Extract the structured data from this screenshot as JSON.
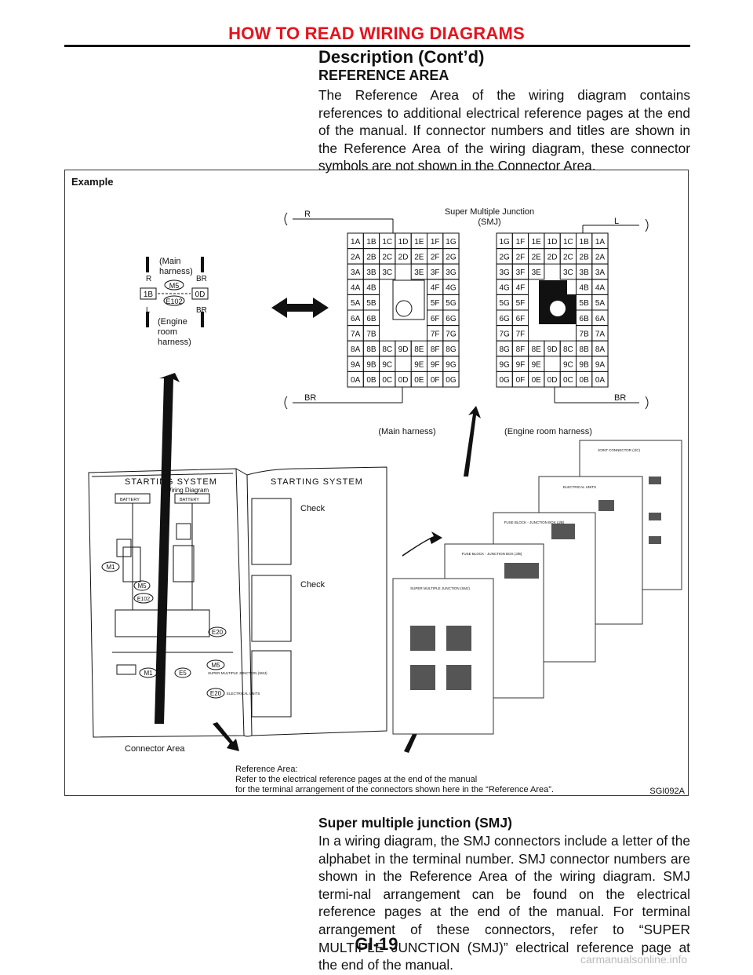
{
  "header": {
    "title": "HOW TO READ WIRING DIAGRAMS",
    "subtitle": "Description (Cont’d)"
  },
  "section1": {
    "heading": "REFERENCE AREA",
    "body": "The Reference Area of the wiring diagram contains references to additional electrical reference pages at the end of the manual. If connector numbers and titles are shown in the Reference Area of the wiring diagram, these connector symbols are not shown in the Connector Area."
  },
  "figure": {
    "example_label": "Example",
    "smj_title": "Super Multiple Junction",
    "smj_abbrev": "(SMJ)",
    "main_harness_short": "(Main",
    "main_harness_short2": "harness)",
    "engine_room_1": "(Engine",
    "engine_room_2": "room",
    "engine_room_3": "harness)",
    "conn_m5": "M5",
    "conn_e102": "E102",
    "pin_1b": "1B",
    "pin_0d": "0D",
    "wire_r": "R",
    "wire_l": "L",
    "wire_br": "BR",
    "main_harness": "(Main harness)",
    "engine_room_harness": "(Engine room harness)",
    "book_left_title": "STARTING SYSTEM",
    "book_left_sub": "Wiring Diagram",
    "book_right_title": "STARTING SYSTEM",
    "battery": "BATTERY",
    "check1": "Check",
    "check2": "Check",
    "conn_m1": "M1",
    "conn_e5": "E5",
    "conn_e20": "E20",
    "smj_ref": "SUPER MULTIPLE JUNCTION (SMJ)",
    "elec_units_ref": "ELECTRICAL UNITS",
    "page_a": "JOINT CONNECTOR (J/C)",
    "page_b": "ELECTRICAL UNITS",
    "page_c": "FUSE BLOCK - JUNCTION BOX (J/B)",
    "page_d": "FUSE BLOCK - JUNCTION BOX (J/B)",
    "page_e": "SUPER MULTIPLE JUNCTION (SMJ)",
    "connector_area": "Connector Area",
    "ref_area_1": "Reference Area:",
    "ref_area_2": "Refer to the electrical reference pages at the end of the manual",
    "ref_area_3": "for the terminal arrangement of the connectors shown here in the “Reference Area”.",
    "fig_code": "SGI092A",
    "grid_left": [
      [
        "1A",
        "1B",
        "1C",
        "1D",
        "1E",
        "1F",
        "1G"
      ],
      [
        "2A",
        "2B",
        "2C",
        "2D",
        "2E",
        "2F",
        "2G"
      ],
      [
        "3A",
        "3B",
        "3C",
        "",
        "3E",
        "3F",
        "3G"
      ],
      [
        "4A",
        "4B",
        "",
        "",
        "",
        "4F",
        "4G"
      ],
      [
        "5A",
        "5B",
        "",
        "",
        "",
        "5F",
        "5G"
      ],
      [
        "6A",
        "6B",
        "",
        "",
        "",
        "6F",
        "6G"
      ],
      [
        "7A",
        "7B",
        "",
        "",
        "",
        "7F",
        "7G"
      ],
      [
        "8A",
        "8B",
        "8C",
        "9D",
        "8E",
        "8F",
        "8G"
      ],
      [
        "9A",
        "9B",
        "9C",
        "",
        "9E",
        "9F",
        "9G"
      ],
      [
        "0A",
        "0B",
        "0C",
        "0D",
        "0E",
        "0F",
        "0G"
      ]
    ],
    "grid_right": [
      [
        "1G",
        "1F",
        "1E",
        "1D",
        "1C",
        "1B",
        "1A"
      ],
      [
        "2G",
        "2F",
        "2E",
        "2D",
        "2C",
        "2B",
        "2A"
      ],
      [
        "3G",
        "3F",
        "3E",
        "",
        "3C",
        "3B",
        "3A"
      ],
      [
        "4G",
        "4F",
        "",
        "",
        "",
        "4B",
        "4A"
      ],
      [
        "5G",
        "5F",
        "",
        "",
        "",
        "5B",
        "5A"
      ],
      [
        "6G",
        "6F",
        "",
        "",
        "",
        "6B",
        "6A"
      ],
      [
        "7G",
        "7F",
        "",
        "",
        "",
        "7B",
        "7A"
      ],
      [
        "8G",
        "8F",
        "8E",
        "9D",
        "8C",
        "8B",
        "8A"
      ],
      [
        "9G",
        "9F",
        "9E",
        "",
        "9C",
        "9B",
        "9A"
      ],
      [
        "0G",
        "0F",
        "0E",
        "0D",
        "0C",
        "0B",
        "0A"
      ]
    ]
  },
  "section2": {
    "heading": "Super multiple junction (SMJ)",
    "body": "In a wiring diagram, the SMJ connectors include a letter of the alphabet in the terminal number. SMJ connector numbers are shown in the Reference Area of the wiring diagram. SMJ termi-nal arrangement can be found on the electrical reference pages at the end of the manual. For terminal arrangement of these connectors, refer to “SUPER MULTIPLE JUNCTION (SMJ)” electrical reference page at the end of the manual."
  },
  "footer": {
    "page_number": "GI-19",
    "watermark": "carmanualsonline.info"
  }
}
